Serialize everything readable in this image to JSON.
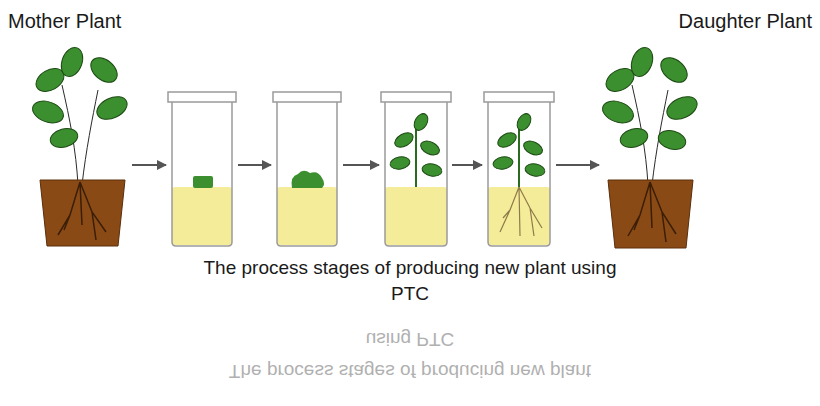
{
  "diagram": {
    "caption": "The process stages of producing new plant using PTC",
    "labels": [
      "Mother Plant",
      "Daughter Plant",
      "using PTC",
      "The process stages of producing new plant"
    ]
  }
}
